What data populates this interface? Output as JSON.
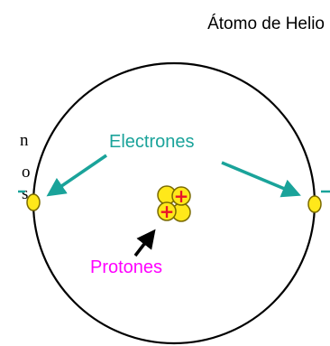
{
  "title": "Átomo de Helio",
  "side_text": {
    "line1": "n",
    "line2": "o",
    "line3": "s"
  },
  "labels": {
    "electrons": "Electrones",
    "protons": "Protones",
    "proton_symbol": "+"
  },
  "colors": {
    "electrons_label": "#1aa39a",
    "protons_label": "#ff00ff",
    "particle_fill": "#ffe81a",
    "particle_stroke": "#7a6a00",
    "plus_sign": "#e8142a",
    "orbit": "#000000",
    "dash_marker": "#1aa39a"
  }
}
